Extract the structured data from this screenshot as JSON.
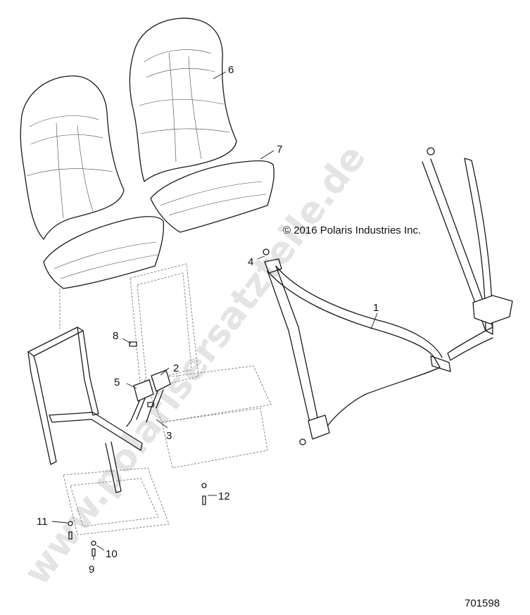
{
  "diagram": {
    "copyright": "© 2016 Polaris Industries Inc.",
    "document_number": "701598",
    "watermark": "www.polarisersatzteile.de",
    "callouts": [
      {
        "id": "c1",
        "label": "1"
      },
      {
        "id": "c2",
        "label": "2"
      },
      {
        "id": "c3",
        "label": "3"
      },
      {
        "id": "c4",
        "label": "4"
      },
      {
        "id": "c5",
        "label": "5"
      },
      {
        "id": "c6",
        "label": "6"
      },
      {
        "id": "c7",
        "label": "7"
      },
      {
        "id": "c8",
        "label": "8"
      },
      {
        "id": "c9",
        "label": "9"
      },
      {
        "id": "c10",
        "label": "10"
      },
      {
        "id": "c11",
        "label": "11"
      },
      {
        "id": "c12",
        "label": "12"
      }
    ]
  }
}
